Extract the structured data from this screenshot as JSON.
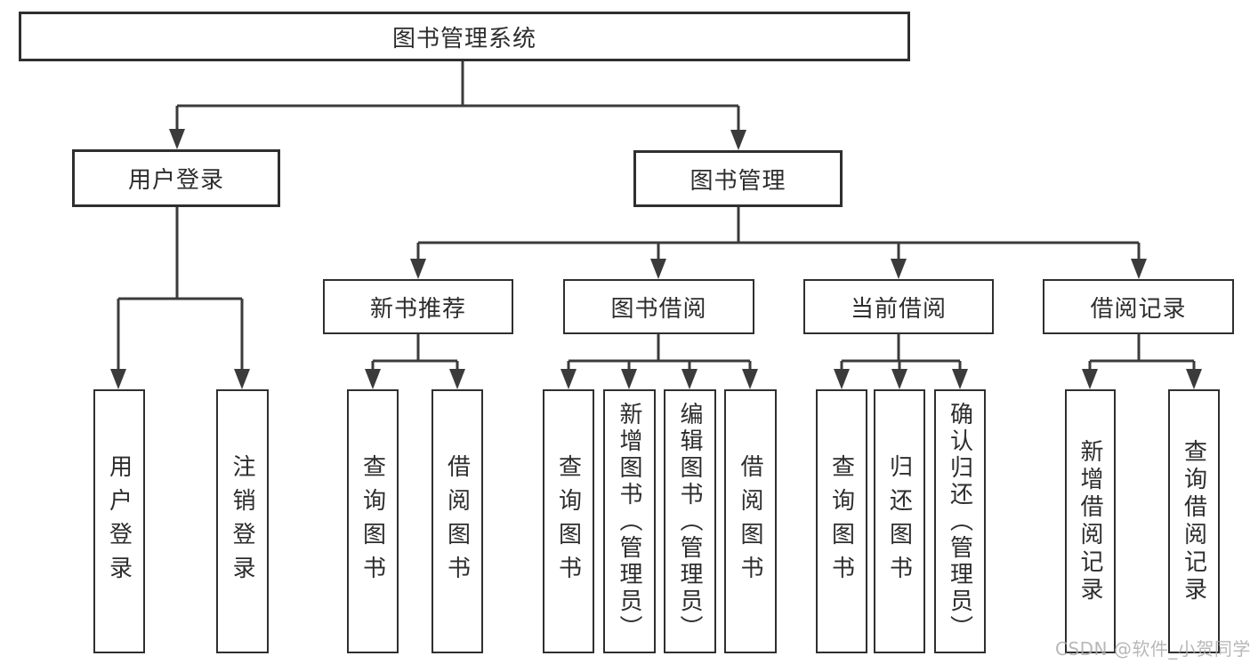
{
  "colors": {
    "line": "#3b3b3b",
    "box_border": "#2f2f2f",
    "text": "#2d2d2d",
    "watermark": "#acacac",
    "background": "#ffffff"
  },
  "watermark": {
    "text": "CSDN @软件_小贺同学"
  },
  "tree": {
    "label": "图书管理系统",
    "children": [
      {
        "label": "用户登录",
        "children": [
          {
            "label": "用户登录"
          },
          {
            "label": "注销登录"
          }
        ]
      },
      {
        "label": "图书管理",
        "children": [
          {
            "label": "新书推荐",
            "children": [
              {
                "label": "查询图书"
              },
              {
                "label": "借阅图书"
              }
            ]
          },
          {
            "label": "图书借阅",
            "children": [
              {
                "label": "查询图书"
              },
              {
                "label": "新增图书（管理员）"
              },
              {
                "label": "编辑图书（管理员）"
              },
              {
                "label": "借阅图书"
              }
            ]
          },
          {
            "label": "当前借阅",
            "children": [
              {
                "label": "查询图书"
              },
              {
                "label": "归还图书"
              },
              {
                "label": "确认归还（管理员）"
              }
            ]
          },
          {
            "label": "借阅记录",
            "children": [
              {
                "label": "新增借阅记录"
              },
              {
                "label": "查询借阅记录"
              }
            ]
          }
        ]
      }
    ]
  }
}
